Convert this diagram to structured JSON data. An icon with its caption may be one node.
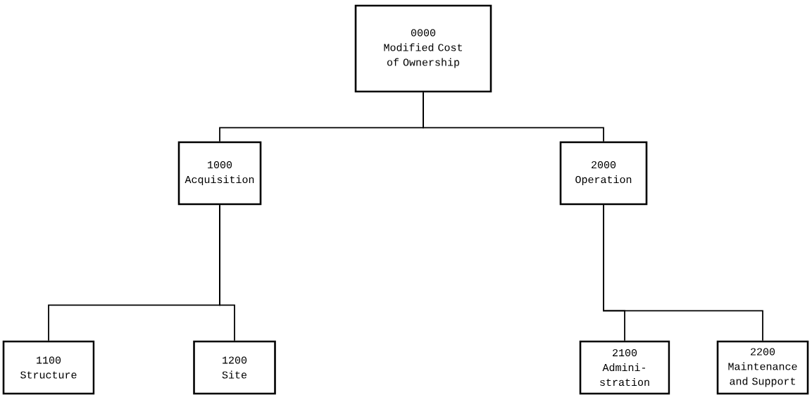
{
  "diagram": {
    "nodes": [
      {
        "text": [
          "0000",
          "Modified Cost of Ownership"
        ]
      },
      {
        "text": [
          "1000",
          "Acquisition"
        ]
      },
      {
        "text": [
          "2000",
          "Operation"
        ]
      },
      {
        "text": [
          "1100",
          "Structure"
        ]
      },
      {
        "text": [
          "1200",
          "Site"
        ]
      },
      {
        "text": [
          "2100",
          "Admini- stration"
        ]
      },
      {
        "text": [
          "2200",
          "Maintenance and Support"
        ]
      }
    ],
    "edges": [
      {
        "from": 0,
        "to": 1,
        "arrow": "none"
      },
      {
        "from": 0,
        "to": 2,
        "arrow": "none"
      },
      {
        "from": 1,
        "to": 3,
        "arrow": "none"
      },
      {
        "from": 1,
        "to": 4,
        "arrow": "none"
      },
      {
        "from": 2,
        "to": 5,
        "arrow": "none"
      },
      {
        "from": 2,
        "to": 6,
        "arrow": "none"
      }
    ]
  }
}
